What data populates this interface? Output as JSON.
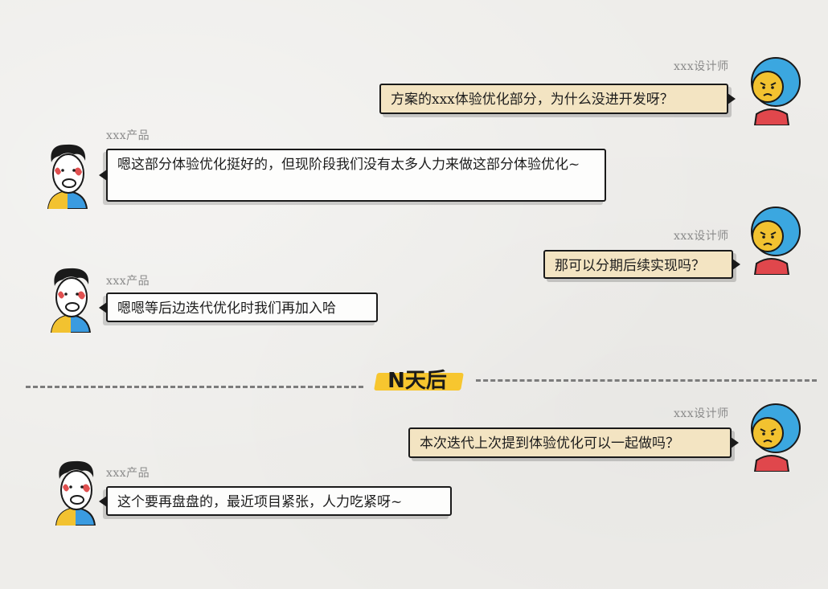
{
  "designer_name": "xxx设计师",
  "product_name": "xxx产品",
  "divider": {
    "label": "N天后"
  },
  "messages": [
    {
      "sender": "designer",
      "text": "方案的xxx体验优化部分，为什么没进开发呀？"
    },
    {
      "sender": "product",
      "text": "嗯这部分体验优化挺好的，但现阶段我们没有太多人力来做这部分体验优化~"
    },
    {
      "sender": "designer",
      "text": "那可以分期后续实现吗？"
    },
    {
      "sender": "product",
      "text": "嗯嗯等后边迭代优化时我们再加入哈"
    },
    {
      "sender": "designer",
      "text": "本次迭代上次提到体验优化可以一起做吗？"
    },
    {
      "sender": "product",
      "text": "这个要再盘盘的，最近项目紧张，人力吃紧呀~"
    }
  ],
  "colors": {
    "designer_bubble": "#f3e4c2",
    "product_bubble": "#fdfdfc",
    "designer_hair": "#3ba7e0",
    "designer_face": "#f2c230",
    "designer_shirt": "#e0474c",
    "product_hair": "#1a1a1a",
    "product_face": "#e05050",
    "product_shirt_left": "#f2c230",
    "product_shirt_right": "#3a9be0",
    "highlight": "#f7c62f"
  }
}
